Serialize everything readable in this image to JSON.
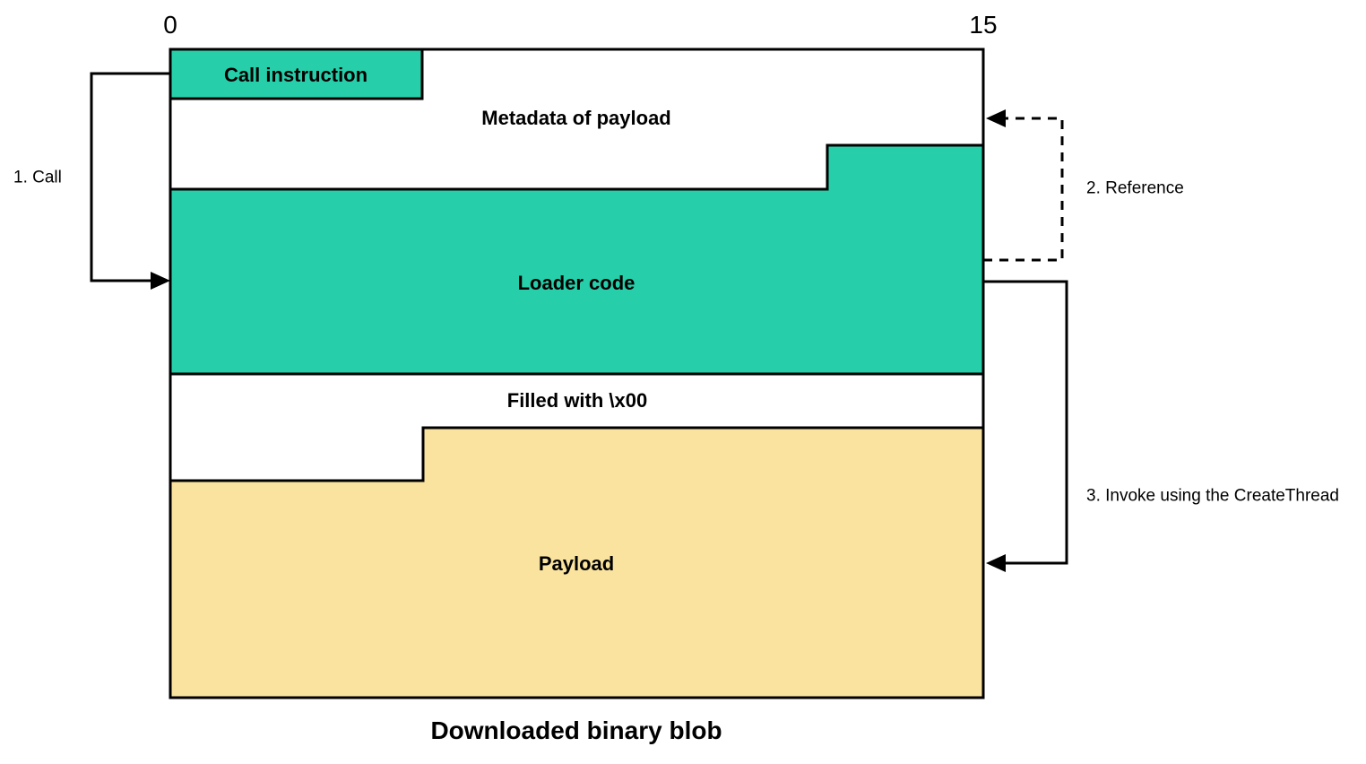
{
  "scale": {
    "left": "0",
    "right": "15"
  },
  "regions": {
    "call_instruction": "Call instruction",
    "metadata": "Metadata of payload",
    "loader_code": "Loader code",
    "filled": "Filled with \\x00",
    "payload": "Payload"
  },
  "annotations": {
    "call": "1. Call",
    "reference": "2. Reference",
    "invoke": "3. Invoke using the CreateThread"
  },
  "caption": "Downloaded binary blob",
  "colors": {
    "green": "#26CFAA",
    "yellow": "#FAE39E",
    "stroke": "#000000"
  }
}
